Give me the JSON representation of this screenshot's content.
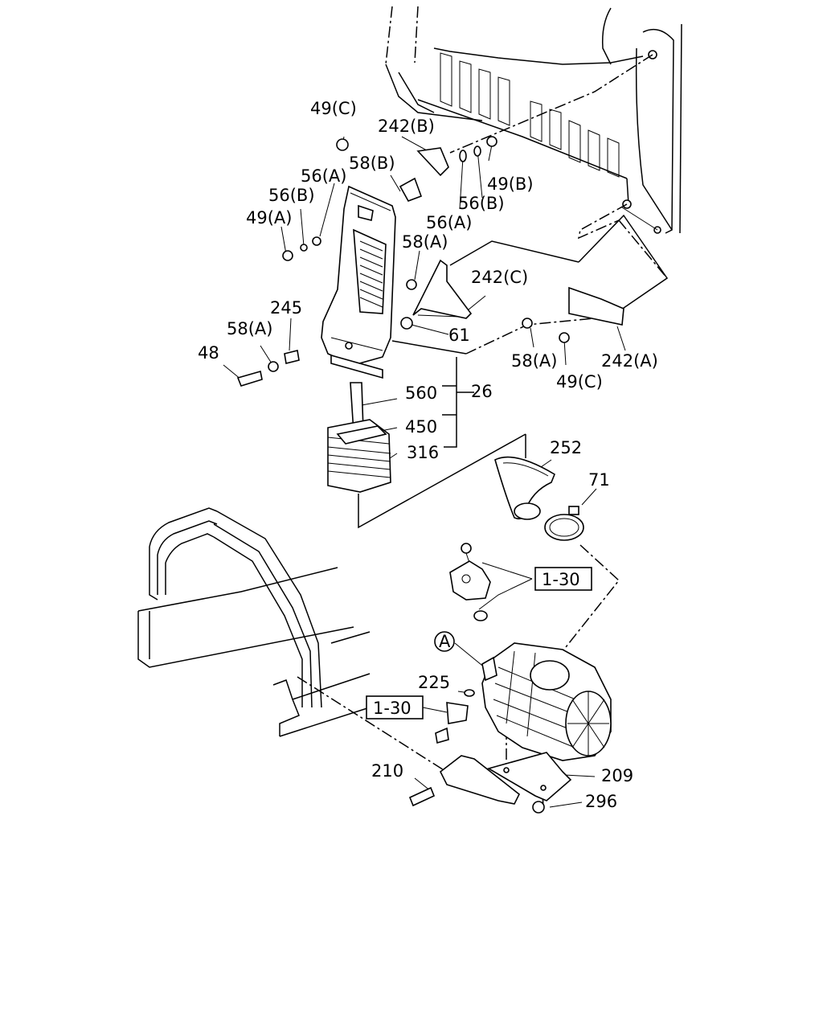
{
  "labels": {
    "l49c_top": "49(C)",
    "l242b": "242(B)",
    "l58b": "58(B)",
    "l56a_left": "56(A)",
    "l56b_left": "56(B)",
    "l49a": "49(A)",
    "l49b": "49(B)",
    "l56b_right": "56(B)",
    "l56a_right": "56(A)",
    "l58a_mid": "58(A)",
    "l242c": "242(C)",
    "l245": "245",
    "l58a_left": "58(A)",
    "l48": "48",
    "l61": "61",
    "l58a_right": "58(A)",
    "l242a": "242(A)",
    "l49c_right": "49(C)",
    "l560": "560",
    "l26": "26",
    "l450": "450",
    "l316": "316",
    "l252": "252",
    "l71": "71",
    "l130_top": "1-30",
    "lA": "A",
    "l225": "225",
    "l130_bottom": "1-30",
    "l210": "210",
    "l209": "209",
    "l296": "296"
  }
}
